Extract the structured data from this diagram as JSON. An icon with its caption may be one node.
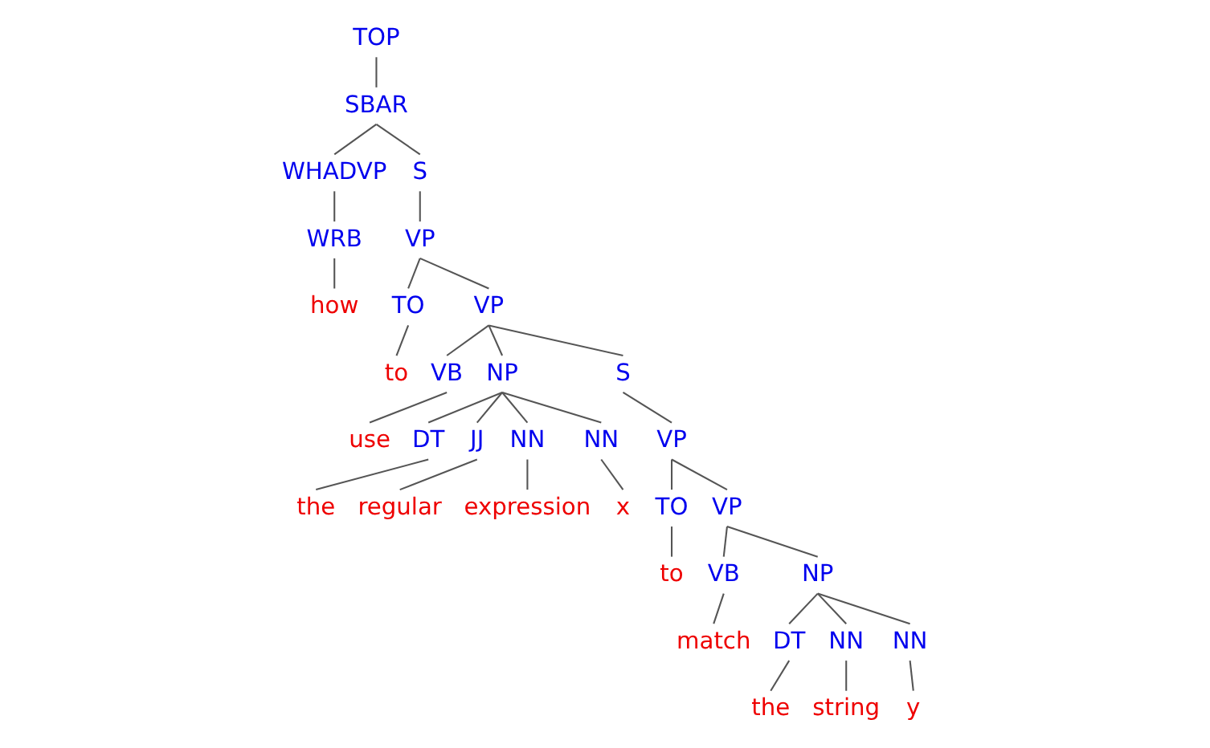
{
  "diagram": {
    "nodes": [
      {
        "text": [
          "TOP"
        ]
      },
      {
        "text": [
          "SBAR"
        ]
      },
      {
        "text": [
          "WHADVP"
        ]
      },
      {
        "text": [
          "S"
        ]
      },
      {
        "text": [
          "WRB"
        ]
      },
      {
        "text": [
          "VP"
        ]
      },
      {
        "text": [
          "how"
        ]
      },
      {
        "text": [
          "TO"
        ]
      },
      {
        "text": [
          "VP"
        ]
      },
      {
        "text": [
          "to"
        ]
      },
      {
        "text": [
          "VB"
        ]
      },
      {
        "text": [
          "NP"
        ]
      },
      {
        "text": [
          "S"
        ]
      },
      {
        "text": [
          "use"
        ]
      },
      {
        "text": [
          "DT"
        ]
      },
      {
        "text": [
          "JJ"
        ]
      },
      {
        "text": [
          "NN"
        ]
      },
      {
        "text": [
          "NN"
        ]
      },
      {
        "text": [
          "VP"
        ]
      },
      {
        "text": [
          "the"
        ]
      },
      {
        "text": [
          "regular"
        ]
      },
      {
        "text": [
          "expression"
        ]
      },
      {
        "text": [
          "x"
        ]
      },
      {
        "text": [
          "TO"
        ]
      },
      {
        "text": [
          "VP"
        ]
      },
      {
        "text": [
          "to"
        ]
      },
      {
        "text": [
          "VB"
        ]
      },
      {
        "text": [
          "NP"
        ]
      },
      {
        "text": [
          "match"
        ]
      },
      {
        "text": [
          "DT"
        ]
      },
      {
        "text": [
          "NN"
        ]
      },
      {
        "text": [
          "NN"
        ]
      },
      {
        "text": [
          "the"
        ]
      },
      {
        "text": [
          "string"
        ]
      },
      {
        "text": [
          "y"
        ]
      }
    ],
    "edges": [
      {
        "from": 0,
        "to": 1,
        "arrow": "none"
      },
      {
        "from": 1,
        "to": 2,
        "arrow": "none"
      },
      {
        "from": 1,
        "to": 3,
        "arrow": "none"
      },
      {
        "from": 2,
        "to": 4,
        "arrow": "none"
      },
      {
        "from": 3,
        "to": 5,
        "arrow": "none"
      },
      {
        "from": 4,
        "to": 6,
        "arrow": "none"
      },
      {
        "from": 5,
        "to": 7,
        "arrow": "none"
      },
      {
        "from": 5,
        "to": 8,
        "arrow": "none"
      },
      {
        "from": 7,
        "to": 9,
        "arrow": "none"
      },
      {
        "from": 8,
        "to": 10,
        "arrow": "none"
      },
      {
        "from": 8,
        "to": 11,
        "arrow": "none"
      },
      {
        "from": 8,
        "to": 12,
        "arrow": "none"
      },
      {
        "from": 10,
        "to": 13,
        "arrow": "none"
      },
      {
        "from": 11,
        "to": 14,
        "arrow": "none"
      },
      {
        "from": 11,
        "to": 15,
        "arrow": "none"
      },
      {
        "from": 11,
        "to": 16,
        "arrow": "none"
      },
      {
        "from": 11,
        "to": 17,
        "arrow": "none"
      },
      {
        "from": 12,
        "to": 18,
        "arrow": "none"
      },
      {
        "from": 14,
        "to": 19,
        "arrow": "none"
      },
      {
        "from": 15,
        "to": 20,
        "arrow": "none"
      },
      {
        "from": 16,
        "to": 21,
        "arrow": "none"
      },
      {
        "from": 17,
        "to": 22,
        "arrow": "none"
      },
      {
        "from": 18,
        "to": 23,
        "arrow": "none"
      },
      {
        "from": 18,
        "to": 24,
        "arrow": "none"
      },
      {
        "from": 23,
        "to": 25,
        "arrow": "none"
      },
      {
        "from": 24,
        "to": 26,
        "arrow": "none"
      },
      {
        "from": 24,
        "to": 27,
        "arrow": "none"
      },
      {
        "from": 26,
        "to": 28,
        "arrow": "none"
      },
      {
        "from": 27,
        "to": 29,
        "arrow": "none"
      },
      {
        "from": 27,
        "to": 30,
        "arrow": "none"
      },
      {
        "from": 27,
        "to": 31,
        "arrow": "none"
      },
      {
        "from": 29,
        "to": 32,
        "arrow": "none"
      },
      {
        "from": 30,
        "to": 33,
        "arrow": "none"
      },
      {
        "from": 31,
        "to": 34,
        "arrow": "none"
      }
    ]
  }
}
